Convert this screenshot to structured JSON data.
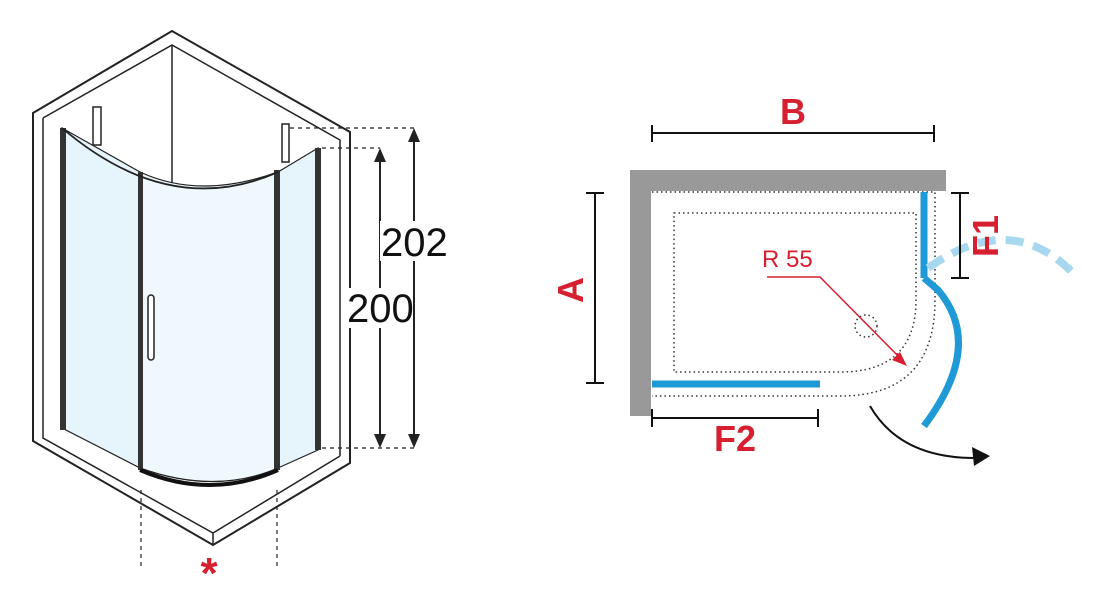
{
  "perspective": {
    "height_outer": "202",
    "height_inner": "200",
    "marker": "*"
  },
  "plan": {
    "label_b": "B",
    "label_a": "A",
    "label_f1": "F1",
    "label_f2": "F2",
    "label_radius": "R 55"
  },
  "colors": {
    "accent_red": "#d6202f",
    "glass_blue": "#1f9ad6",
    "glass_blue_light": "#a8d8ef",
    "wall_gray": "#999999",
    "glass_fill": "#e6f4fb"
  }
}
